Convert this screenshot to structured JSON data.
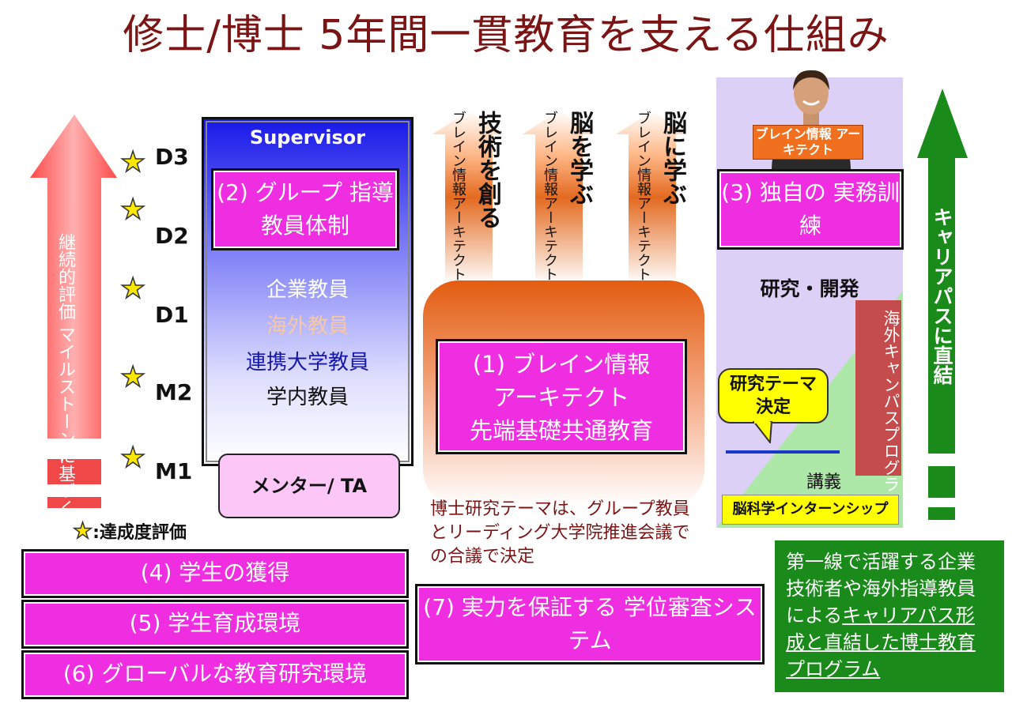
{
  "title": "修士/博士 5年間一貫教育を支える仕組み",
  "left_arrow": {
    "text": "継続的評価 マイルストーンに基づくPDCA",
    "color": "#f04040"
  },
  "levels": [
    "D3",
    "D2",
    "D1",
    "M2",
    "M1"
  ],
  "legend": {
    "star_symbol": "★",
    "label": ":達成度評価"
  },
  "supervisor": {
    "heading": "Supervisor",
    "box2": "(2) グループ 指導教員体制",
    "members": [
      "企業教員",
      "海外教員",
      "連携大学教員",
      "学内教員"
    ],
    "mentor": "メンター/ TA"
  },
  "center": {
    "arrows": [
      {
        "main": "技術を創る",
        "sub": "ブレイン情報アーキテクト"
      },
      {
        "main": "脳を学ぶ",
        "sub": "ブレイン情報アーキテクト"
      },
      {
        "main": "脳に学ぶ",
        "sub": "ブレイン情報アーキテクト"
      }
    ],
    "box1": [
      "(1) ブレイン情報",
      "アーキテクト",
      "先端基礎共通教育"
    ],
    "note": "博士研究テーマは、グループ教員とリーディング大学院推進会議での合議で決定"
  },
  "right_panel": {
    "person_label": "ブレイン情報 アーキテクト",
    "box3": "(3) 独自の 実務訓練",
    "rd": "研究・開発",
    "overseas": "海外キャンパスプログラム",
    "bubble": "研究テーマ 決定",
    "lecture": "講義",
    "internship": "脳科学インターンシップ"
  },
  "right_arrow": {
    "text": "キャリアパスに直結",
    "color": "#1a8a1a"
  },
  "bottom_boxes": {
    "b4": "(4) 学生の獲得",
    "b5": "(5) 学生育成環境",
    "b6": "(6) グローバルな教育研究環境",
    "b7": "(7) 実力を保証する 学位審査システム"
  },
  "green_box": {
    "line1": "第一線で活躍する企業技術者や海外指導教員による",
    "link": "キャリアパス形成と直結した博士教育プログラム"
  }
}
